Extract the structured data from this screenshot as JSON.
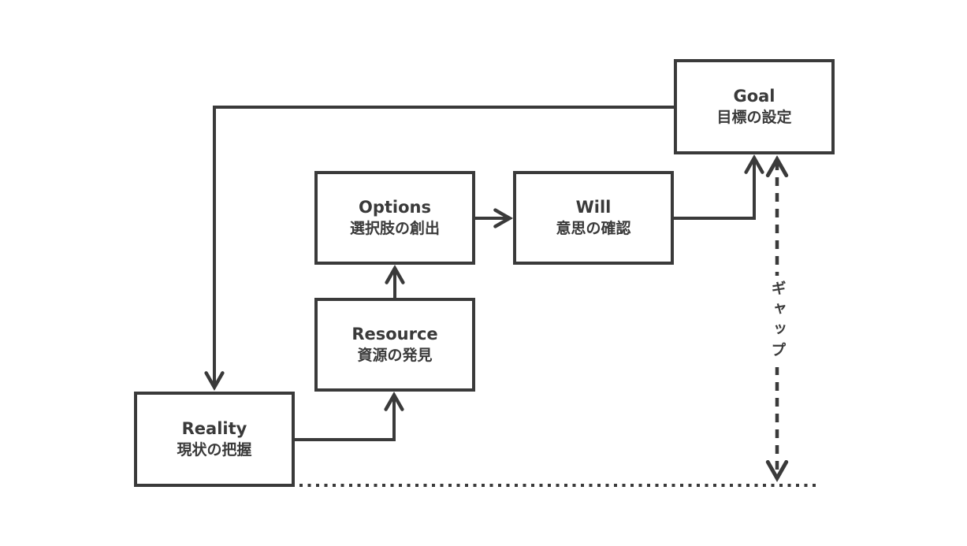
{
  "nodes": {
    "goal": {
      "title": "Goal",
      "subtitle": "目標の設定"
    },
    "options": {
      "title": "Options",
      "subtitle": "選択肢の創出"
    },
    "will": {
      "title": "Will",
      "subtitle": "意思の確認"
    },
    "resource": {
      "title": "Resource",
      "subtitle": "資源の発見"
    },
    "reality": {
      "title": "Reality",
      "subtitle": "現状の把握"
    }
  },
  "labels": {
    "gap": "ギャップ"
  },
  "colors": {
    "line": "#3a3a3a",
    "background": "#ffffff"
  }
}
